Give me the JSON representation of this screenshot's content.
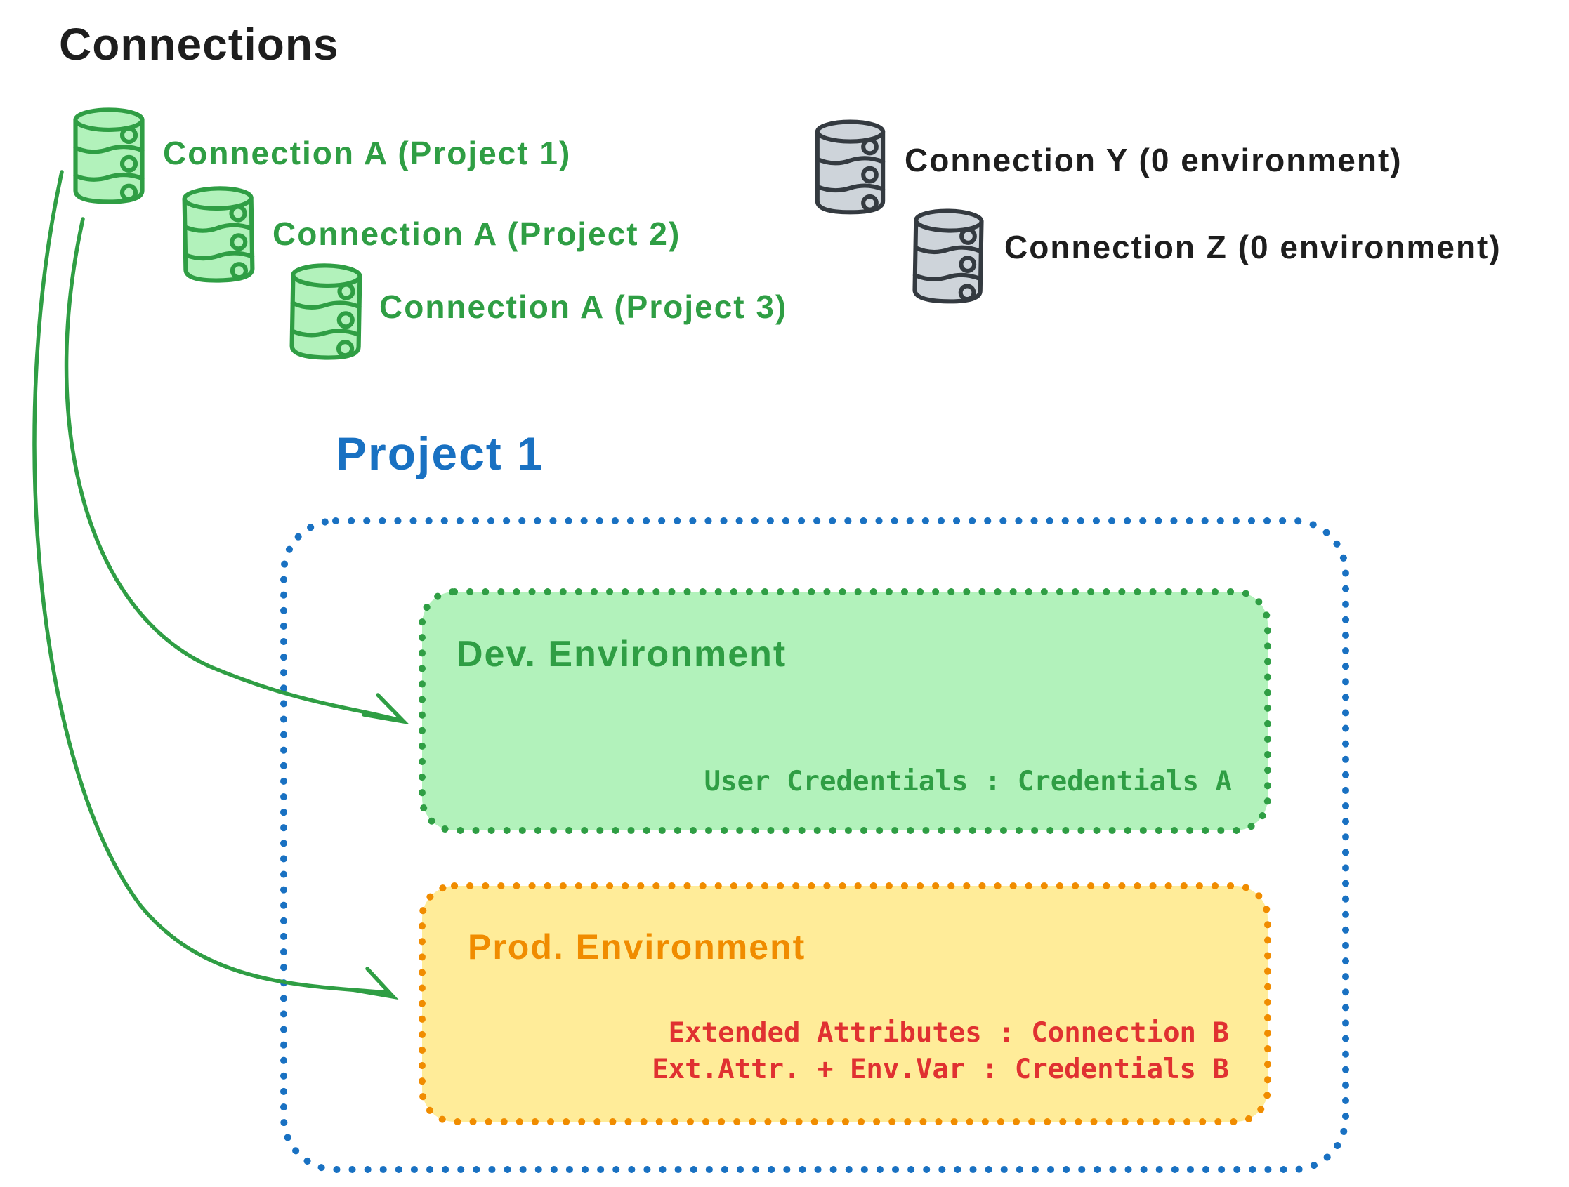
{
  "title": "Connections",
  "palette": {
    "green": "#2f9e44",
    "green_fill": "#b2f2bb",
    "gray_stroke": "#343a40",
    "gray_fill": "#ced4da",
    "blue": "#1971c2",
    "orange": "#f08c00",
    "yellow_fill": "#ffec99",
    "red": "#e03131",
    "ink": "#1e1e1e"
  },
  "connections": {
    "assigned": [
      {
        "icon": "database-icon",
        "label": "Connection A (Project 1)"
      },
      {
        "icon": "database-icon",
        "label": "Connection A (Project 2)"
      },
      {
        "icon": "database-icon",
        "label": "Connection A (Project 3)"
      }
    ],
    "unassigned": [
      {
        "icon": "database-icon",
        "label": "Connection Y (0 environment)"
      },
      {
        "icon": "database-icon",
        "label": "Connection Z (0 environment)"
      }
    ]
  },
  "project": {
    "title": "Project 1",
    "environments": [
      {
        "name": "Dev. Environment",
        "mappings": [
          "User Credentials : Credentials A"
        ]
      },
      {
        "name": "Prod. Environment",
        "mappings": [
          "Extended Attributes : Connection B",
          "Ext.Attr. + Env.Var : Credentials B"
        ]
      }
    ]
  }
}
